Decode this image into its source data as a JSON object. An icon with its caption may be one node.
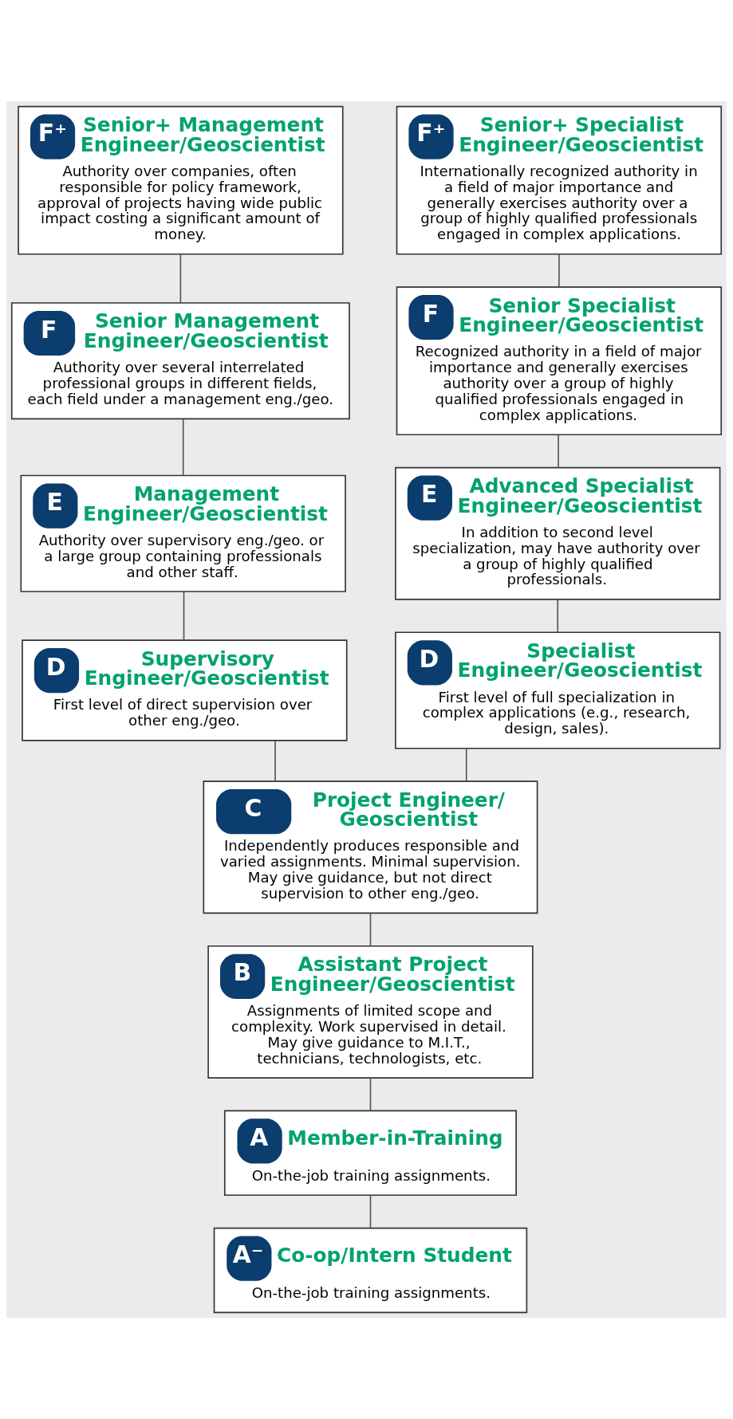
{
  "diagram": {
    "nodes": [
      {
        "text": [
          "F⁺",
          "Senior+ Management Engineer/Geoscientist",
          "Authority over companies, often responsible for policy framework, approval of projects having wide public impact costing a significant amount of money."
        ]
      },
      {
        "text": [
          "F⁺",
          "Senior+ Specialist Engineer/Geoscientist",
          "Internationally recognized authority in a field of major importance and generally exercises authority over a group of highly qualified professionals engaged in complex applications."
        ]
      },
      {
        "text": [
          "F",
          "Senior Management Engineer/Geoscientist",
          "Authority over several interrelated professional groups in different fields, each field under a management eng./geo."
        ]
      },
      {
        "text": [
          "F",
          "Senior Specialist Engineer/Geoscientist",
          "Recognized authority in a field of major importance and generally exercises authority over a group of highly qualified professionals engaged in complex applications."
        ]
      },
      {
        "text": [
          "E",
          "Management Engineer/Geoscientist",
          "Authority over supervisory eng./geo. or a large group containing professionals and other staff."
        ]
      },
      {
        "text": [
          "E",
          "Advanced Specialist Engineer/Geoscientist",
          "In addition to second level specialization, may have authority over a group of highly qualified professionals."
        ]
      },
      {
        "text": [
          "D",
          "Supervisory Engineer/Geoscientist",
          "First level of direct supervision over other eng./geo."
        ]
      },
      {
        "text": [
          "D",
          "Specialist Engineer/Geoscientist",
          "First level of full specialization in complex applications (e.g., research, design, sales)."
        ]
      },
      {
        "text": [
          "C",
          "Project Engineer/ Geoscientist",
          "Independently produces responsible and varied assignments. Minimal supervision. May give guidance, but not direct supervision to other eng./geo."
        ]
      },
      {
        "text": [
          "B",
          "Assistant Project Engineer/Geoscientist",
          "Assignments of limited scope and complexity. Work supervised in detail. May give guidance to M.I.T., technicians, technologists, etc."
        ]
      },
      {
        "text": [
          "A",
          "Member-in-Training",
          "On-the-job training assignments."
        ]
      },
      {
        "text": [
          "A⁻",
          "Co-op/Intern Student",
          "On-the-job training assignments."
        ]
      }
    ],
    "edges": [
      {
        "from": 0,
        "to": 2,
        "arrow": "none"
      },
      {
        "from": 1,
        "to": 3,
        "arrow": "none"
      },
      {
        "from": 2,
        "to": 4,
        "arrow": "none"
      },
      {
        "from": 3,
        "to": 5,
        "arrow": "none"
      },
      {
        "from": 4,
        "to": 6,
        "arrow": "none"
      },
      {
        "from": 5,
        "to": 7,
        "arrow": "none"
      },
      {
        "from": 6,
        "to": 8,
        "arrow": "none"
      },
      {
        "from": 7,
        "to": 8,
        "arrow": "none"
      },
      {
        "from": 8,
        "to": 9,
        "arrow": "none"
      },
      {
        "from": 9,
        "to": 10,
        "arrow": "none"
      },
      {
        "from": 10,
        "to": 11,
        "arrow": "none"
      }
    ]
  }
}
